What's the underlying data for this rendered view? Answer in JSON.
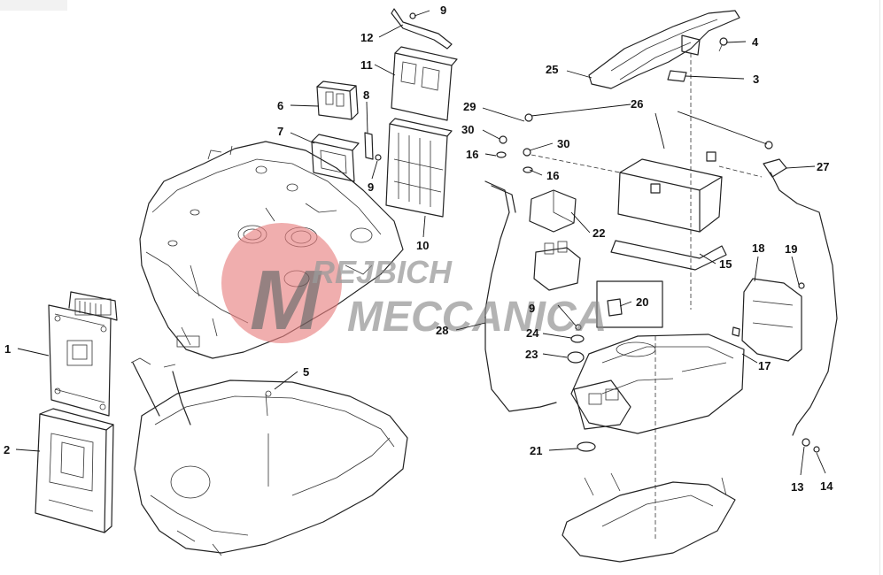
{
  "watermark": {
    "line1": "REJBICH",
    "line2": "MECCANICA",
    "logo_letter": "M",
    "colors": {
      "circle": "#e88080",
      "text": "#888888",
      "logo": "#555555"
    }
  },
  "callouts": [
    "1",
    "2",
    "3",
    "4",
    "5",
    "6",
    "7",
    "8",
    "9",
    "9",
    "9",
    "10",
    "11",
    "12",
    "13",
    "14",
    "15",
    "16",
    "16",
    "17",
    "18",
    "19",
    "20",
    "21",
    "22",
    "23",
    "24",
    "25",
    "26",
    "27",
    "28",
    "29",
    "30",
    "30"
  ],
  "labels": {
    "c1": "1",
    "c2": "2",
    "c3": "3",
    "c4": "4",
    "c5": "5",
    "c6": "6",
    "c7": "7",
    "c8": "8",
    "c9a": "9",
    "c9b": "9",
    "c9c": "9",
    "c10": "10",
    "c11": "11",
    "c12": "12",
    "c13": "13",
    "c14": "14",
    "c15": "15",
    "c16a": "16",
    "c16b": "16",
    "c17": "17",
    "c18": "18",
    "c19": "19",
    "c20": "20",
    "c21": "21",
    "c22": "22",
    "c23": "23",
    "c24": "24",
    "c25": "25",
    "c26": "26",
    "c27": "27",
    "c28": "28",
    "c29": "29",
    "c30a": "30",
    "c30b": "30"
  }
}
